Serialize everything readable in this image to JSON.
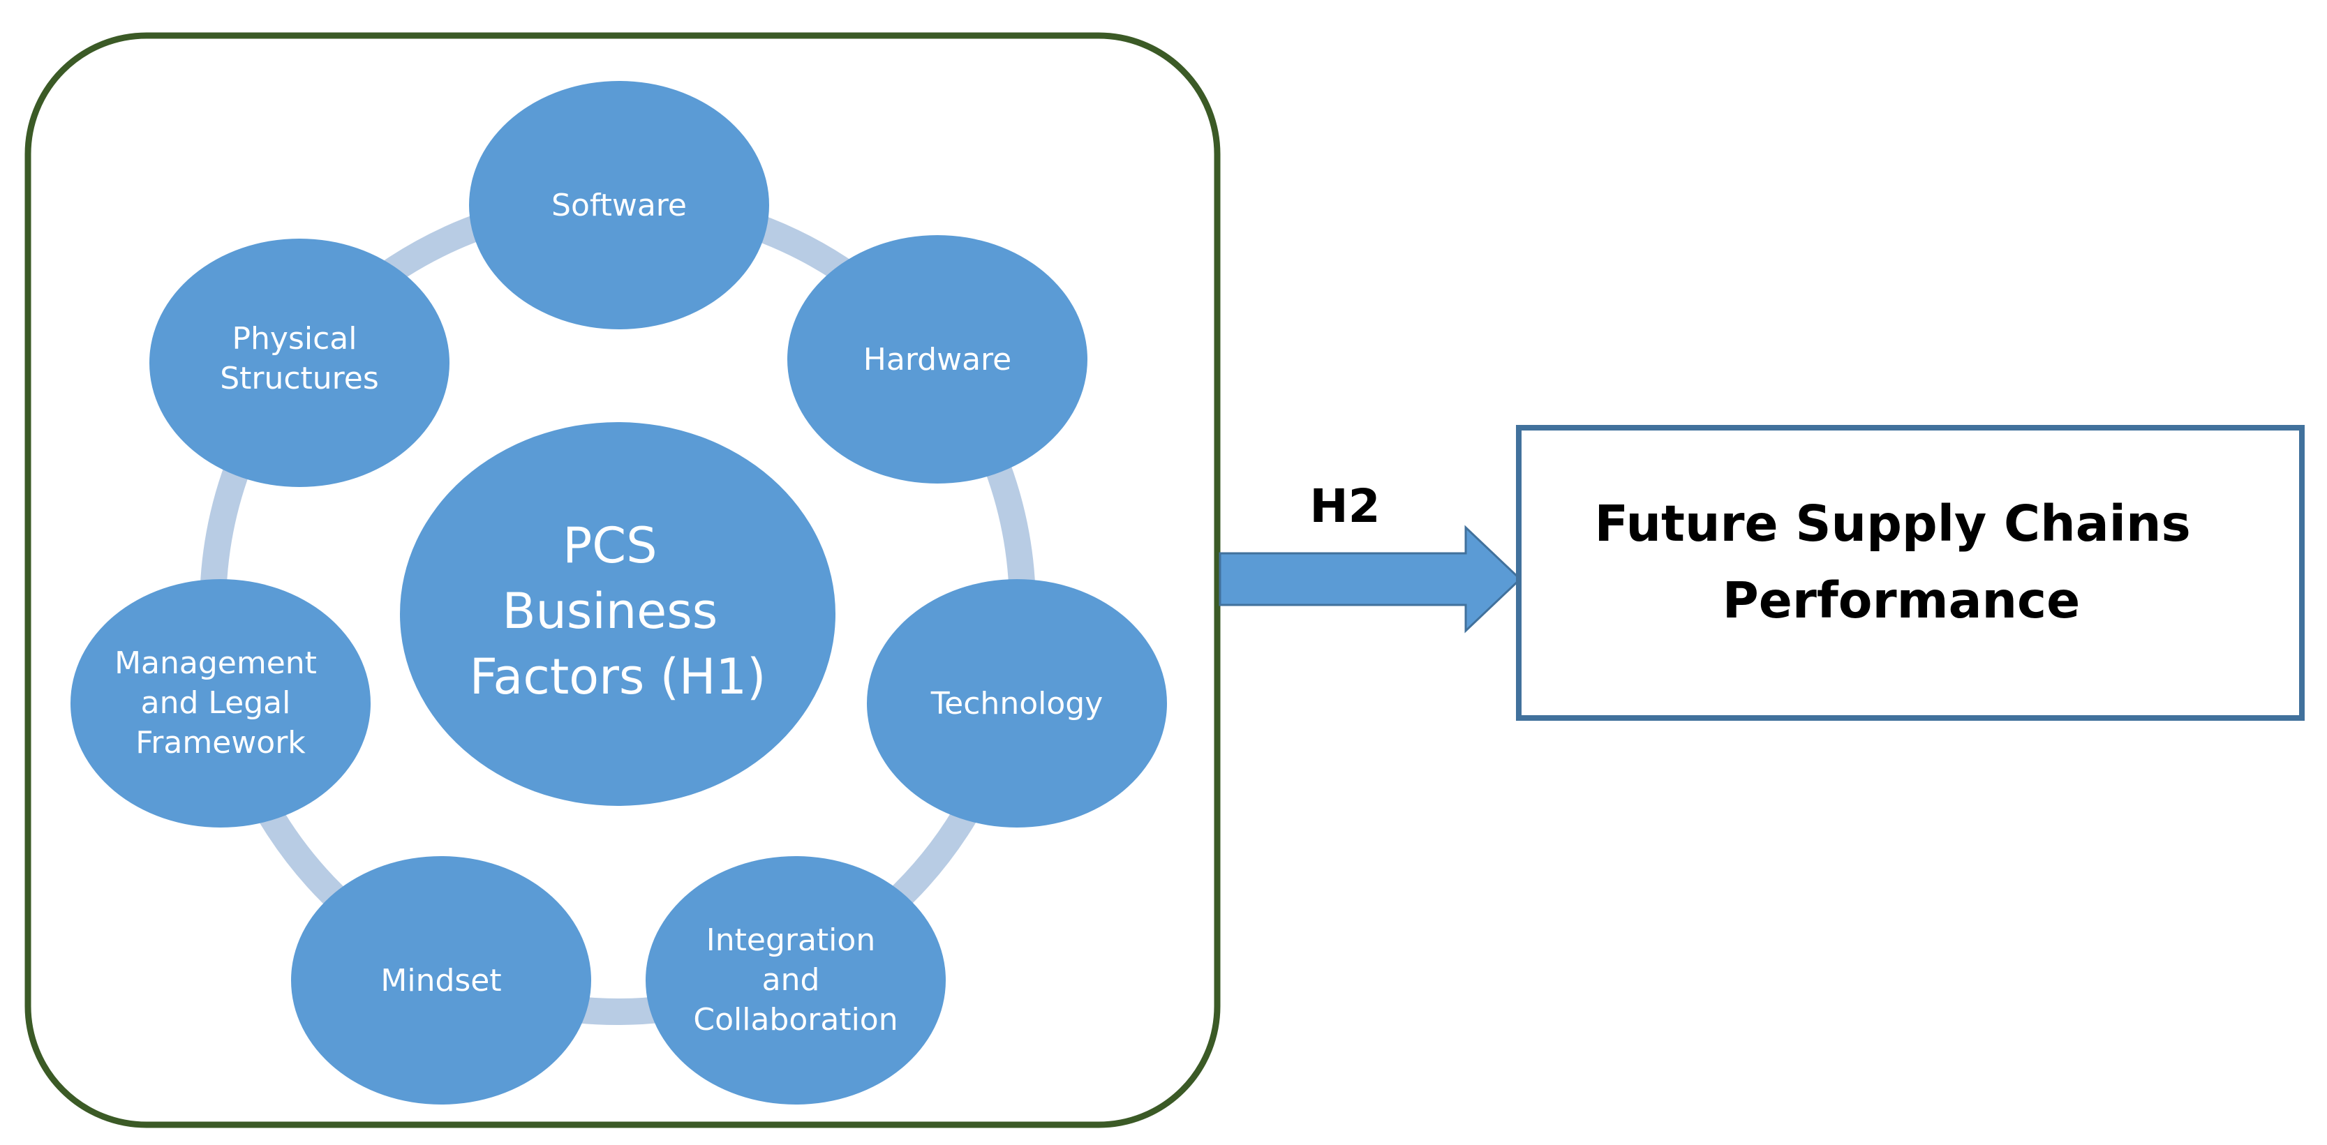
{
  "colors": {
    "frame_border": "#3b5a26",
    "node_fill": "#5b9bd5",
    "ring": "#b8cce4",
    "arrow_fill": "#5b9bd5",
    "arrow_stroke": "#41719c",
    "result_box_border": "#41719c",
    "node_text": "#ffffff",
    "box_text": "#000000"
  },
  "center_node": {
    "lines": [
      "PCS",
      "Business",
      "Factors (H1)"
    ]
  },
  "factors": [
    {
      "id": "software",
      "lines": [
        "Software"
      ]
    },
    {
      "id": "hardware",
      "lines": [
        "Hardware"
      ]
    },
    {
      "id": "technology",
      "lines": [
        "Technology"
      ]
    },
    {
      "id": "integration-and-collaboration",
      "lines": [
        "Integration",
        "and",
        "Collaboration"
      ]
    },
    {
      "id": "mindset",
      "lines": [
        "Mindset"
      ]
    },
    {
      "id": "management-and-legal-framework",
      "lines": [
        "Management",
        "and Legal",
        "Framework"
      ]
    },
    {
      "id": "physical-structures",
      "lines": [
        "Physical",
        "Structures"
      ]
    }
  ],
  "arrow": {
    "label": "H2"
  },
  "result_box": {
    "lines": [
      "Future Supply Chains",
      "Performance"
    ]
  }
}
